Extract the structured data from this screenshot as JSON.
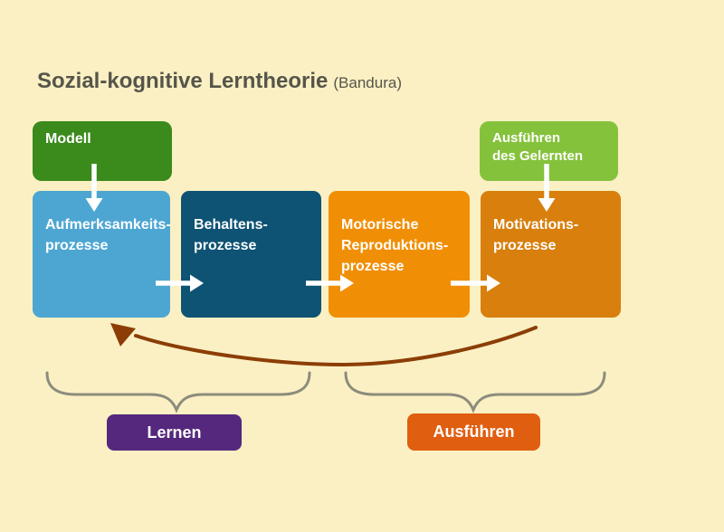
{
  "title": {
    "main": "Sozial-kognitive Lerntheorie",
    "annotation": "(Bandura)",
    "color": "#56554B"
  },
  "model_box": {
    "label": "Modell",
    "color": "#3A8A1C"
  },
  "execution_box": {
    "line1": "Ausführen",
    "line2": "des Gelernten",
    "color": "#85C23C"
  },
  "process_boxes": [
    {
      "name": "Aufmerksamkeitsprozesse",
      "line1": "Aufmerksamkeits-",
      "line2": "prozesse",
      "line3": "",
      "color": "#4DA6D2"
    },
    {
      "name": "Behaltensprozesse",
      "line1": "Behaltens-",
      "line2": "prozesse",
      "line3": "",
      "color": "#0E5374"
    },
    {
      "name": "Motorische Reproduktionsprozesse",
      "line1": "Motorische",
      "line2": "Reproduktions-",
      "line3": "prozesse",
      "color": "#F08F06"
    },
    {
      "name": "Motivationsprozesse",
      "line1": "Motivations-",
      "line2": "prozesse",
      "line3": "",
      "color": "#D87F0D"
    }
  ],
  "phase_labels": [
    {
      "label": "Lernen",
      "color": "#55287D"
    },
    {
      "label": "Ausführen",
      "color": "#E05E10"
    }
  ],
  "colors": {
    "background": "#FAF0C3",
    "flow_arrows": "#FFFFFF",
    "feedback_arrow": "#8C3D05",
    "braces": "#8C8C7D"
  }
}
